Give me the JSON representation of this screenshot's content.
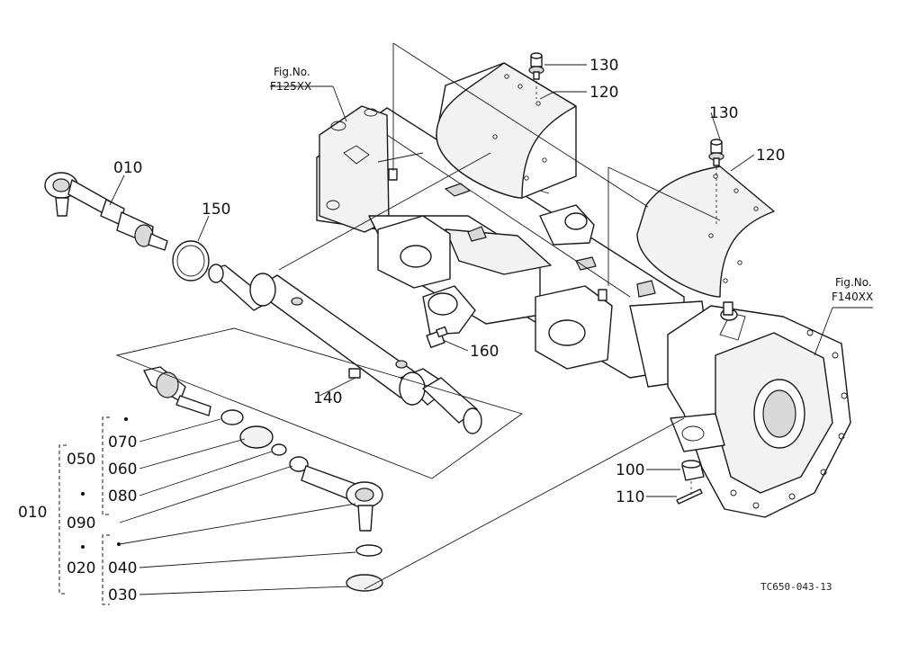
{
  "parts": {
    "p010_top": "010",
    "p150": "150",
    "p130_a": "130",
    "p120_a": "120",
    "p130_b": "130",
    "p120_b": "120",
    "p160": "160",
    "p140": "140",
    "p100": "100",
    "p110": "110",
    "p070": "070",
    "p050": "050",
    "p060": "060",
    "p080": "080",
    "p010_left": "010",
    "p090": "090",
    "p020": "020",
    "p040": "040",
    "p030": "030"
  },
  "fig_refs": {
    "left_line1": "Fig.No.",
    "left_line2": "F125XX",
    "right_line1": "Fig.No.",
    "right_line2": "F140XX"
  },
  "diagram_id": "TC650-043-13"
}
